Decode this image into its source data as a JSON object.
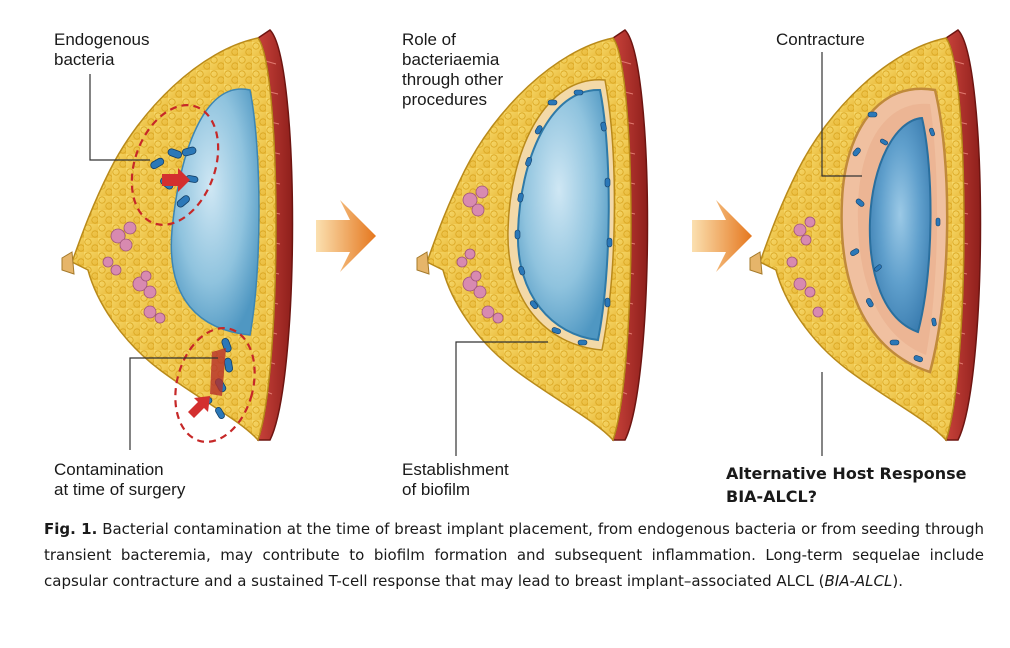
{
  "panels": [
    {
      "labels": {
        "top": "Endogenous\nbacteria",
        "bottom": "Contamination\nat time of surgery"
      }
    },
    {
      "labels": {
        "top": "Role of\nbacteriaemia\nthrough other\nprocedures",
        "bottom": "Establishment\nof biofilm"
      }
    },
    {
      "labels": {
        "top": "Contracture",
        "bottom": "Alternative Host Response\nBIA-ALCL?"
      }
    }
  ],
  "caption": {
    "fig_label": "Fig. 1.",
    "text_main": " Bacterial contamination at the time of breast implant placement, from endogenous bacteria or from seeding through transient bacteremia, may contribute to biofilm formation and subsequent inflammation. Long-term sequelae include capsular contracture and a sustained T-cell response that may lead to breast implant–associated ALCL (",
    "text_italic": "BIA-ALCL",
    "text_end": ")."
  },
  "colors": {
    "fat": "#f2c94c",
    "fat_dark": "#d9a520",
    "muscle": "#b5302a",
    "implant": "#8fc3de",
    "implant_dark": "#3d86b3",
    "capsule": "#f0c0a0",
    "glands": "#d88ab0",
    "bacteria": "#2b78b8",
    "arrow": "#e98a2a",
    "red_arrow": "#d32f2f",
    "dashed": "#c62828"
  }
}
